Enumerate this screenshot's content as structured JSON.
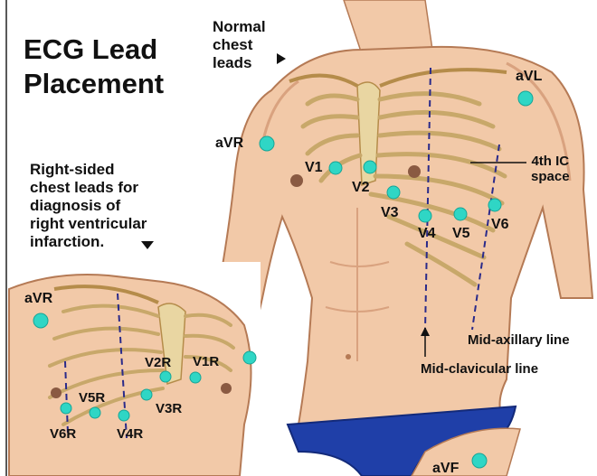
{
  "title": "ECG Lead\nPlacement",
  "normal_label": "Normal\nchest\nleads",
  "right_sided_label": "Right-sided\nchest leads for\ndiagnosis of\nright ventricular\ninfarction.",
  "ic_space_label": "4th IC\nspace",
  "mid_axillary_label": "Mid-axillary line",
  "mid_clavicular_label": "Mid-clavicular line",
  "colors": {
    "electrode": "#2fd6c5",
    "skin": "#f2c9a8",
    "skin_shadow": "#d9a27f",
    "bone": "#e9d6a2",
    "guide": "#2a2a8a",
    "shorts": "#1f3fa8"
  },
  "main_leads": {
    "avr": "aVR",
    "avl": "aVL",
    "v1": "V1",
    "v2": "V2",
    "v3": "V3",
    "v4": "V4",
    "v5": "V5",
    "v6": "V6",
    "avf": "aVF"
  },
  "right_leads": {
    "avr": "aVR",
    "v1r": "V1R",
    "v2r": "V2R",
    "v3r": "V3R",
    "v4r": "V4R",
    "v5r": "V5R",
    "v6r": "V6R"
  }
}
